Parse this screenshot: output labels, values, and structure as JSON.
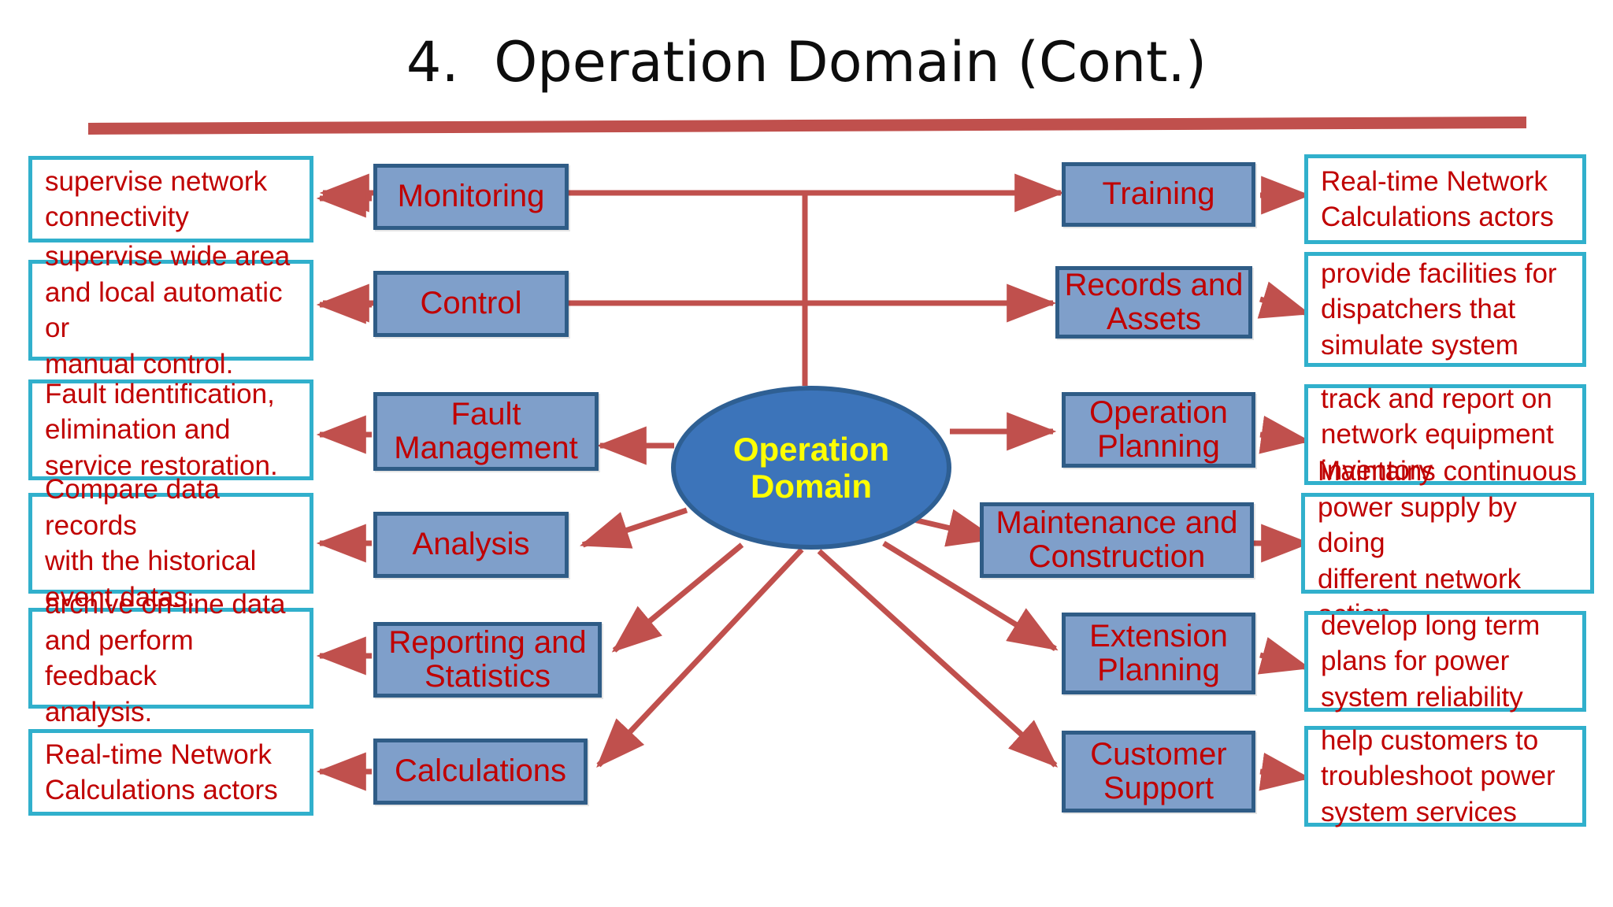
{
  "slide": {
    "title": "4.  Operation Domain (Cont.)",
    "rule_color": "#c0504d",
    "background": "#ffffff"
  },
  "center": {
    "label": "Operation\nDomain",
    "fill": "#3c74ba",
    "border": "#2e5f93",
    "text_color": "#ffff00"
  },
  "colors": {
    "node_fill": "#7f9fca",
    "node_border": "#2f5c86",
    "node_text": "#c00000",
    "callout_fill": "#ffffff",
    "callout_border": "#31b0cc",
    "callout_text": "#c00000",
    "arrow": "#c0504d"
  },
  "left_nodes": [
    {
      "label": "Monitoring"
    },
    {
      "label": "Control"
    },
    {
      "label": "Fault\nManagement"
    },
    {
      "label": "Analysis"
    },
    {
      "label": "Reporting and\nStatistics"
    },
    {
      "label": "Calculations"
    }
  ],
  "left_callouts": [
    {
      "text": "supervise network\nconnectivity"
    },
    {
      "text": "supervise wide area\nand local automatic or\nmanual control."
    },
    {
      "text": "Fault identification,\nelimination and\nservice restoration."
    },
    {
      "text": "Compare data records\nwith the historical\nevent datas."
    },
    {
      "text": "archive on-line data\nand perform feedback\nanalysis."
    },
    {
      "text": "Real-time Network\nCalculations actors"
    }
  ],
  "right_nodes": [
    {
      "label": "Training"
    },
    {
      "label": "Records and\nAssets"
    },
    {
      "label": "Operation\nPlanning"
    },
    {
      "label": "Maintenance and\nConstruction"
    },
    {
      "label": "Extension\nPlanning"
    },
    {
      "label": "Customer\nSupport"
    }
  ],
  "right_callouts": [
    {
      "text": "Real-time Network\nCalculations actors"
    },
    {
      "text": "provide facilities for\ndispatchers that\nsimulate system"
    },
    {
      "text": "track and report on\nnetwork equipment\ninventory"
    },
    {
      "text": "Maintains continuous\npower supply by doing\ndifferent network action"
    },
    {
      "text": "develop long term\nplans for power\nsystem reliability"
    },
    {
      "text": "help customers to\ntroubleshoot power\nsystem services"
    }
  ]
}
